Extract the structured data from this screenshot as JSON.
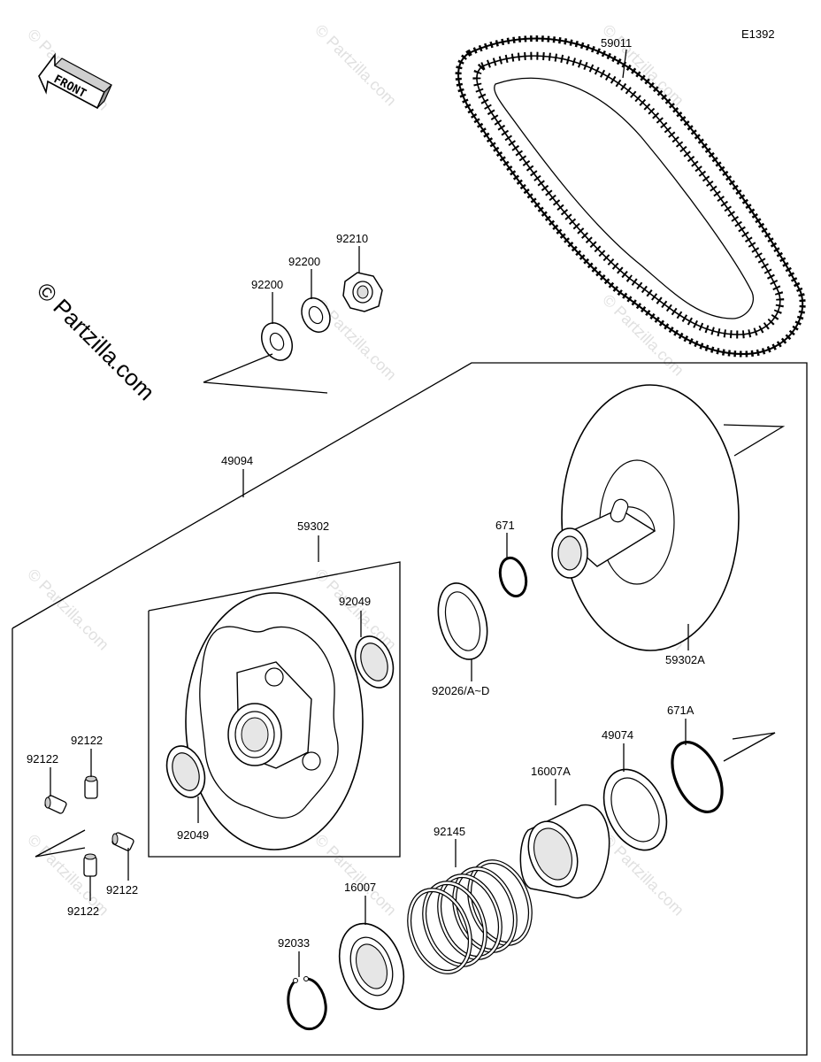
{
  "diagram_code": "E1392",
  "front_label": "FRONT",
  "copyright": "© Partzilla.com",
  "watermark": "© Partzilla.com",
  "parts": {
    "belt": "59011",
    "nut": "92210",
    "washer_upper": "92200",
    "washer_lower": "92200",
    "driven_assy": "49094",
    "fixed_sheave_assy": "59302",
    "movable_sheave": "59302A",
    "seal_ring_upper": "671",
    "shim": "92026/A~D",
    "oil_seal_right": "92049",
    "oil_seal_left": "92049",
    "grease_nipple_top": "92122",
    "grease_nipple_left": "92122",
    "grease_nipple_right": "92122",
    "grease_nipple_bottom": "92122",
    "seal_ring_lower": "671A",
    "spacer_ring": "49074",
    "cam_holder": "16007A",
    "spring": "92145",
    "cam": "16007",
    "circlip": "92033"
  },
  "colors": {
    "line": "#000000",
    "watermark": "#c8c8c8",
    "background": "#ffffff"
  }
}
